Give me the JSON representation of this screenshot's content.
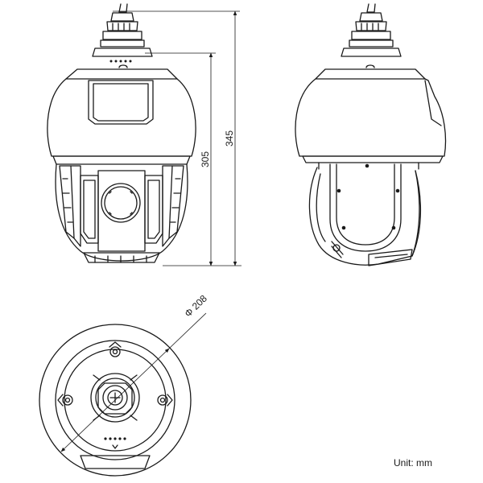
{
  "dimensions": {
    "body_height": "305",
    "total_height": "345",
    "base_diameter": "Φ 208"
  },
  "unit_label": "Unit: mm",
  "colors": {
    "line": "#1a1a1a",
    "background": "#ffffff"
  }
}
